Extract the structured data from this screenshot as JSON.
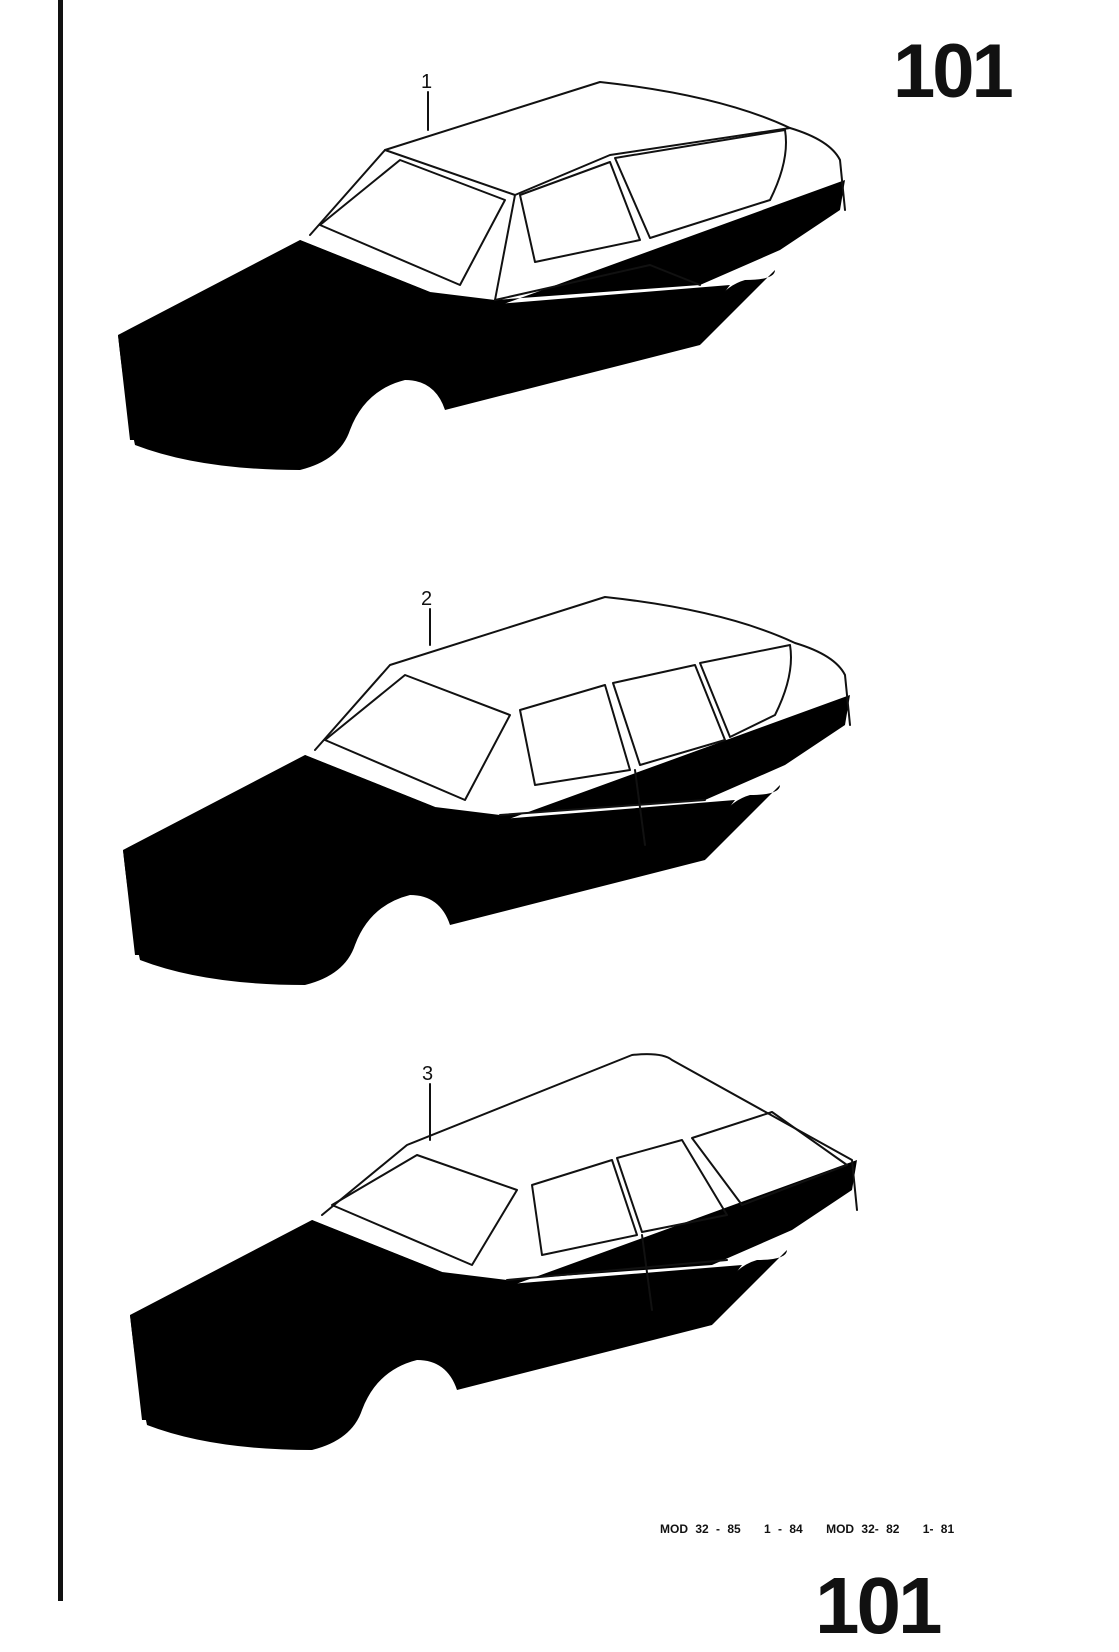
{
  "page": {
    "number_top": "101",
    "number_bottom": "101",
    "footer": [
      "MOD 32 - 85",
      "1 - 84",
      "MOD 32- 82",
      "1- 81"
    ]
  },
  "figures": [
    {
      "label": "1",
      "description_icon": "car-body-fastback-3door"
    },
    {
      "label": "2",
      "description_icon": "car-body-fastback-5door"
    },
    {
      "label": "3",
      "description_icon": "car-body-wagon"
    }
  ]
}
